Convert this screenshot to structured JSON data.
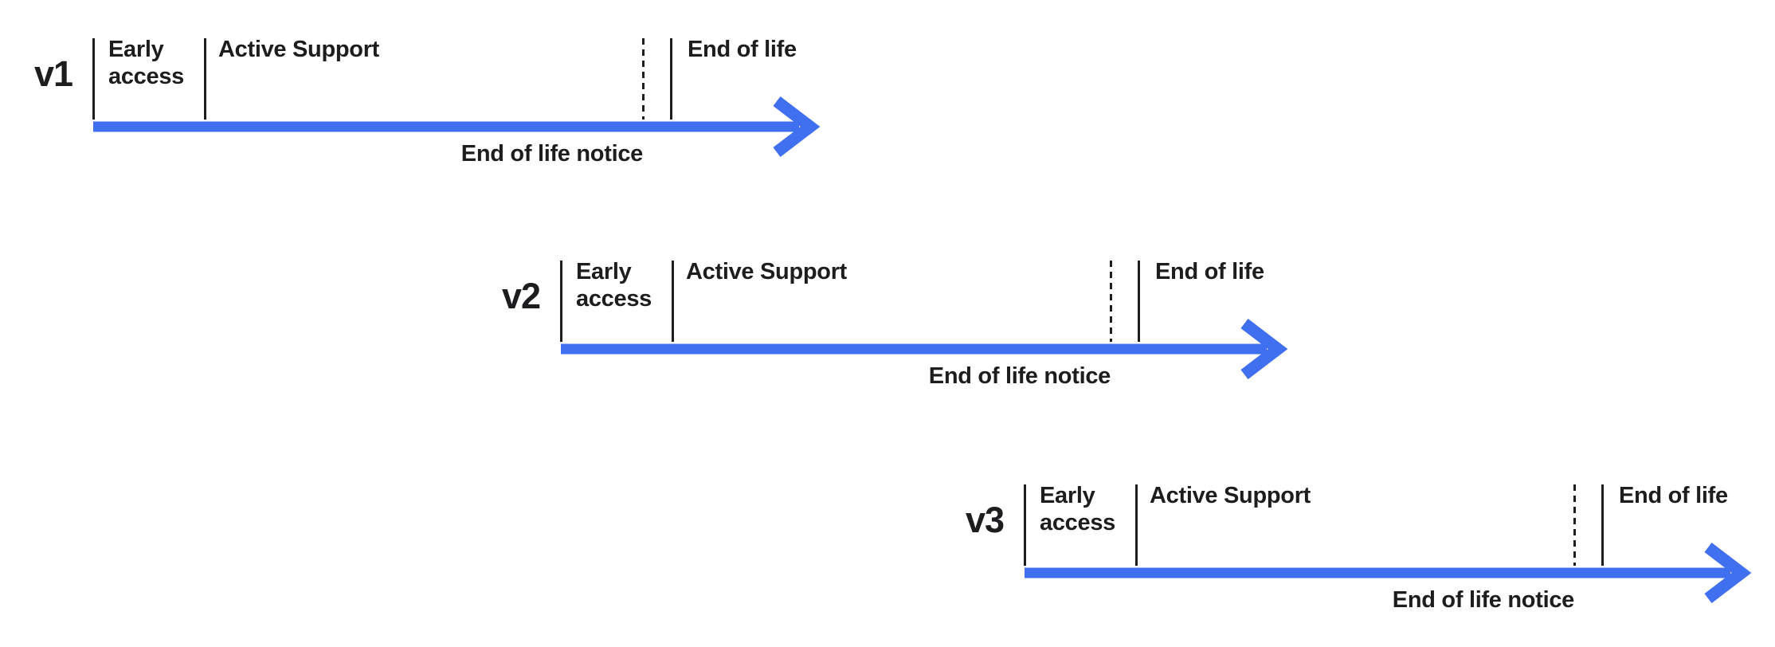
{
  "colors": {
    "arrow": "#4070F0",
    "ink": "#1D1D1F",
    "background": "#FFFFFF"
  },
  "labels": {
    "early_access_line1": "Early",
    "early_access_line2": "access",
    "active_support": "Active Support",
    "end_of_life": "End of life",
    "end_of_life_notice": "End of life notice"
  },
  "timelines": [
    {
      "version": "v1"
    },
    {
      "version": "v2"
    },
    {
      "version": "v3"
    }
  ]
}
